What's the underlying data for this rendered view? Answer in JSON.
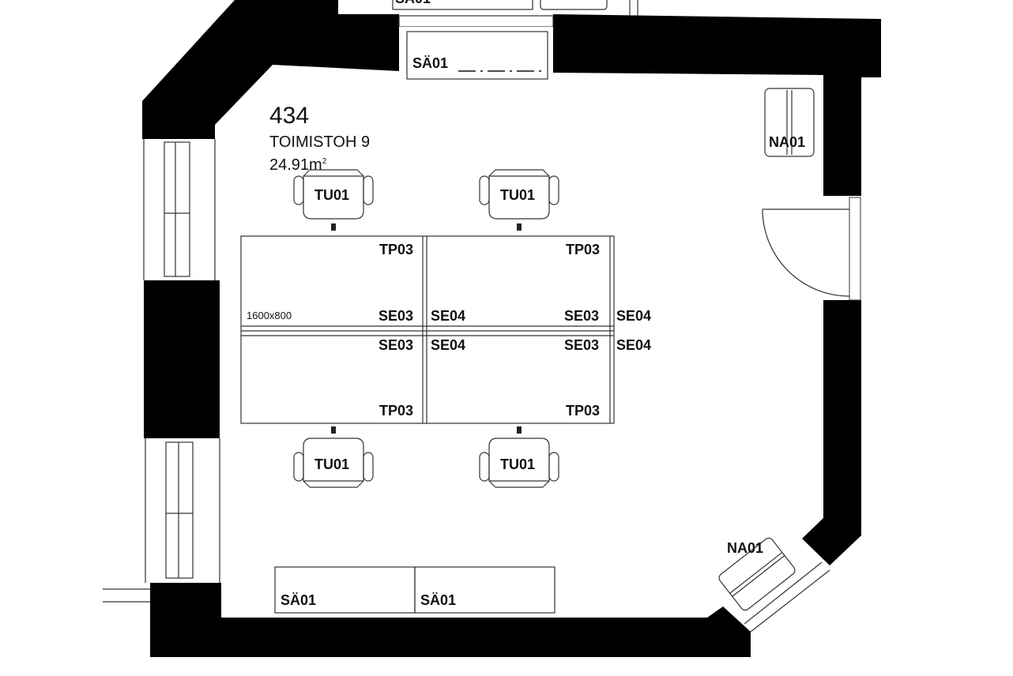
{
  "room": {
    "number": "434",
    "name": "TOIMISTOH 9",
    "area": "24.91m",
    "area_unit_sup": "2"
  },
  "desk_size": "1600x800",
  "labels": {
    "storage": "SÄ01",
    "coat_rack": "NA01",
    "chair": "TU01",
    "desk": "TP03",
    "screen_a": "SE03",
    "screen_b": "SE04"
  },
  "colors": {
    "wall": "#000000",
    "line": "#333333"
  }
}
